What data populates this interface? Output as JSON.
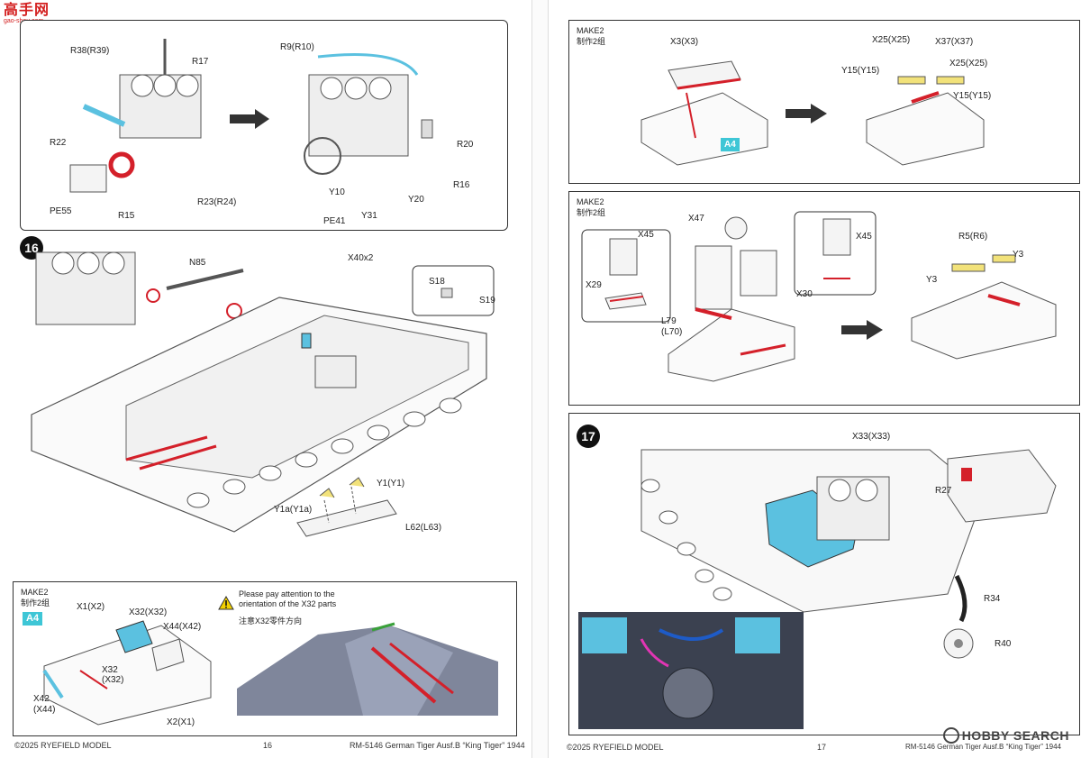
{
  "watermark": {
    "brand": "高手网",
    "url": "gao-shou.com"
  },
  "left_page": {
    "step_number": "16",
    "top_panel_labels": [
      "R38(R39)",
      "R17",
      "R22",
      "PE55",
      "R15",
      "R23(R24)",
      "R9(R10)",
      "R20",
      "R16",
      "Y10",
      "Y20",
      "PE41",
      "Y31"
    ],
    "main_labels": [
      "N85",
      "X40x2",
      "S18",
      "S19",
      "Y1(Y1)",
      "Y1a(Y1a)",
      "L62(L63)"
    ],
    "bottom_panel": {
      "make": "MAKE2",
      "make_cn": "制作2组",
      "badge": "A4",
      "labels": [
        "X1(X2)",
        "X32(X32)",
        "X44(X42)",
        "X32",
        "(X32)",
        "X42",
        "(X44)",
        "X2(X1)"
      ],
      "note_en_1": "Please pay attention to the",
      "note_en_2": "orientation of the X32 parts",
      "note_cn": "注意X32零件方向"
    },
    "footer": {
      "copyright": "©2025 RYEFIELD MODEL",
      "page": "16",
      "title": "RM-5146 German Tiger Ausf.B “King Tiger” 1944"
    }
  },
  "right_page": {
    "panel1": {
      "make": "MAKE2",
      "make_cn": "制作2组",
      "badge": "A4",
      "labels": [
        "X3(X3)",
        "X25(X25)",
        "X37(X37)",
        "X25(X25)",
        "Y15(Y15)",
        "Y15(Y15)"
      ]
    },
    "panel2": {
      "make": "MAKE2",
      "make_cn": "制作2组",
      "labels": [
        "X47",
        "X45",
        "X29",
        "X45",
        "X30",
        "L79",
        "(L70)",
        "R5(R6)",
        "Y3",
        "Y3"
      ]
    },
    "panel3": {
      "step_number": "17",
      "labels": [
        "X33(X33)",
        "R27",
        "R34",
        "R40"
      ]
    },
    "footer": {
      "copyright": "©2025 RYEFIELD MODEL",
      "page": "17",
      "title": "RM-5146 German Tiger Ausf.B “King Tiger” 1944"
    },
    "hobby_search": "HOBBY SEARCH"
  },
  "colors": {
    "accent_red": "#d4202a",
    "accent_blue": "#5bc1e0",
    "accent_yellow": "#f2e27a",
    "badge_cyan": "#3ec6d6"
  }
}
